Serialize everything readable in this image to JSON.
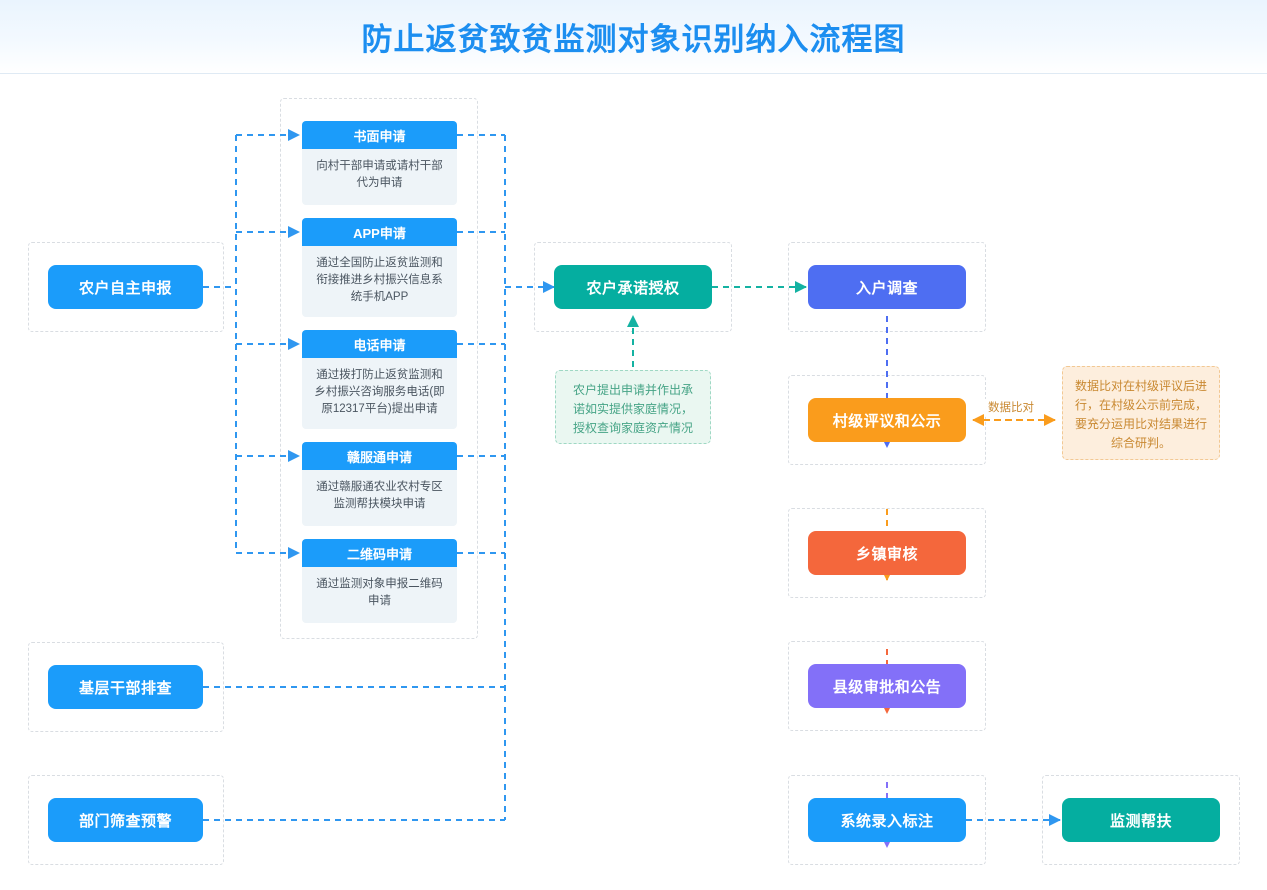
{
  "header": {
    "title": "防止返贫致贫监测对象识别纳入流程图"
  },
  "colors": {
    "title": "#1c8ef0",
    "blue": "#1b9cfa",
    "teal": "#05aea0",
    "indigo": "#4e6ef2",
    "orange": "#fa9c1c",
    "red": "#f4673c",
    "purple": "#8370f8",
    "note_green": "#eaf7f1",
    "note_peach": "#fdeedd"
  },
  "sources": [
    {
      "label": "农户自主申报"
    },
    {
      "label": "基层干部排查"
    },
    {
      "label": "部门筛查预警"
    }
  ],
  "apply_channels": [
    {
      "title": "书面申请",
      "desc": "向村干部申请或请村干部代为申请"
    },
    {
      "title": "APP申请",
      "desc": "通过全国防止返贫监测和衔接推进乡村振兴信息系统手机APP"
    },
    {
      "title": "电话申请",
      "desc": "通过拨打防止返贫监测和乡村振兴咨询服务电话(即原12317平台)提出申请"
    },
    {
      "title": "赣服通申请",
      "desc": "通过赣服通农业农村专区监测帮扶模块申请"
    },
    {
      "title": "二维码申请",
      "desc": "通过监测对象申报二维码申请"
    }
  ],
  "pipeline": {
    "commitment": "农户承诺授权",
    "commitment_note": "农户提出申请并作出承诺如实提供家庭情况，授权查询家庭资产情况",
    "survey": "入户调查",
    "village_review": "村级评议和公示",
    "data_compare_label": "数据比对",
    "data_compare_note": "数据比对在村级评议后进行，在村级公示前完成，要充分运用比对结果进行综合研判。",
    "township_audit": "乡镇审核",
    "county_approval": "县级审批和公告",
    "system_entry": "系统录入标注",
    "assistance": "监测帮扶"
  }
}
